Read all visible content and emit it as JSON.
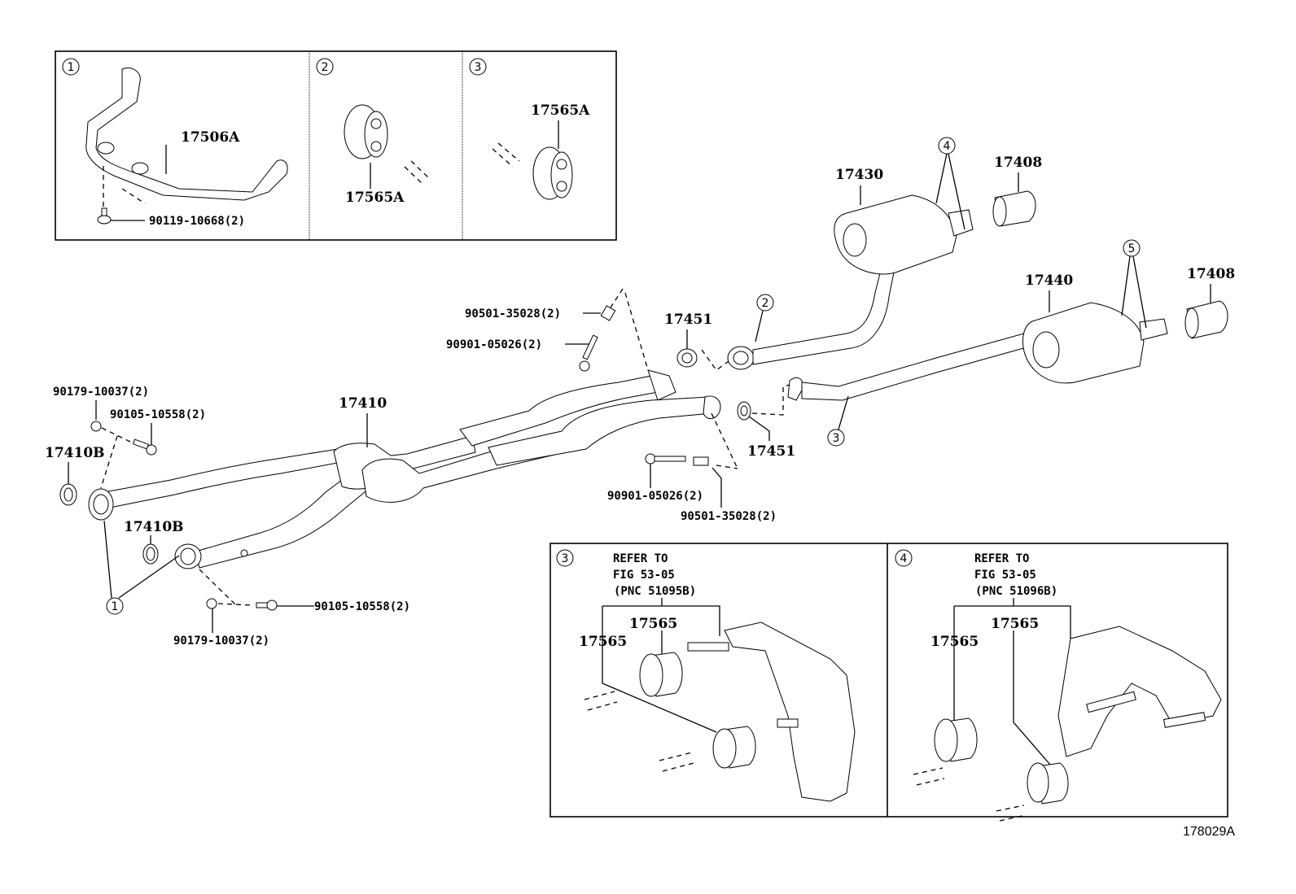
{
  "figure_id": "178029A",
  "callout_symbols": {
    "c1": "1",
    "c2": "2",
    "c3": "3",
    "c4": "4",
    "c5": "5"
  },
  "inset_panels": [
    {
      "callout": "1",
      "parts": [
        {
          "pnc": "17506A"
        },
        {
          "pnc": "90119-10668(2)"
        }
      ]
    },
    {
      "callout": "2",
      "parts": [
        {
          "pnc": "17565A"
        }
      ]
    },
    {
      "callout": "3",
      "parts": [
        {
          "pnc": "17565A"
        }
      ]
    }
  ],
  "main_parts": {
    "front_pipe": "17410",
    "front_gasket_upper": "17410B",
    "front_gasket_lower": "17410B",
    "nut_upper": "90179-10037(2)",
    "bolt_upper": "90105-10558(2)",
    "nut_lower": "90179-10037(2)",
    "bolt_lower": "90105-10558(2)",
    "spring_upper": "90501-35028(2)",
    "bolt_spring_upper": "90901-05026(2)",
    "bolt_spring_lower": "90901-05026(2)",
    "spring_lower": "90501-35028(2)",
    "gasket_center_upper": "17451",
    "gasket_center_lower": "17451",
    "muffler_left": "17430",
    "muffler_right": "17440",
    "tail_tip_left": "17408",
    "tail_tip_right": "17408"
  },
  "bottom_panels": [
    {
      "callout": "3",
      "refer_line1": "REFER TO",
      "refer_line2": "FIG 53-05",
      "refer_line3": "(PNC 51095B)",
      "part_a": "17565",
      "part_b": "17565"
    },
    {
      "callout": "4",
      "refer_line1": "REFER TO",
      "refer_line2": "FIG 53-05",
      "refer_line3": "(PNC 51096B)",
      "part_a": "17565",
      "part_b": "17565"
    }
  ]
}
